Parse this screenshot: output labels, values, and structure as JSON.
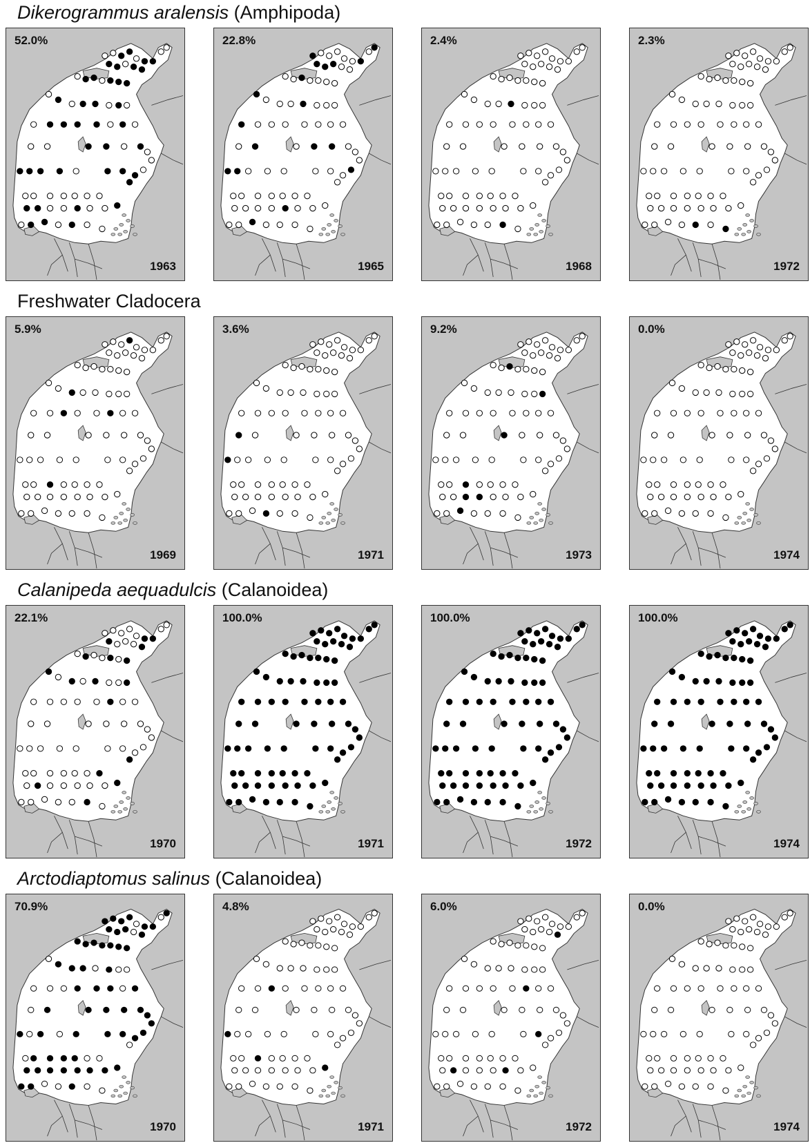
{
  "rows": [
    {
      "species": "Dikerogrammus aralensis",
      "group": "(Amphipoda)",
      "panels": [
        {
          "percent": "52.0%",
          "year": "1963",
          "filled_fraction": 0.52
        },
        {
          "percent": "22.8%",
          "year": "1965",
          "filled_fraction": 0.228
        },
        {
          "percent": "2.4%",
          "year": "1968",
          "filled_fraction": 0.024
        },
        {
          "percent": "2.3%",
          "year": "1972",
          "filled_fraction": 0.023
        }
      ]
    },
    {
      "species": "",
      "group": "Freshwater Cladocera",
      "panels": [
        {
          "percent": "5.9%",
          "year": "1969",
          "filled_fraction": 0.059
        },
        {
          "percent": "3.6%",
          "year": "1971",
          "filled_fraction": 0.036
        },
        {
          "percent": "9.2%",
          "year": "1973",
          "filled_fraction": 0.092
        },
        {
          "percent": "0.0%",
          "year": "1974",
          "filled_fraction": 0.0
        }
      ]
    },
    {
      "species": "Calanipeda aequadulcis",
      "group": "(Calanoidea)",
      "panels": [
        {
          "percent": "22.1%",
          "year": "1970",
          "filled_fraction": 0.221
        },
        {
          "percent": "100.0%",
          "year": "1971",
          "filled_fraction": 1.0
        },
        {
          "percent": "100.0%",
          "year": "1972",
          "filled_fraction": 1.0
        },
        {
          "percent": "100.0%",
          "year": "1974",
          "filled_fraction": 1.0
        }
      ]
    },
    {
      "species": "Arctodiaptomus salinus",
      "group": "(Calanoidea)",
      "panels": [
        {
          "percent": "70.9%",
          "year": "1970",
          "filled_fraction": 0.709
        },
        {
          "percent": "4.8%",
          "year": "1971",
          "filled_fraction": 0.048
        },
        {
          "percent": "6.0%",
          "year": "1972",
          "filled_fraction": 0.06
        },
        {
          "percent": "0.0%",
          "year": "1974",
          "filled_fraction": 0.0
        }
      ]
    }
  ],
  "colors": {
    "land": "#c4c4c4",
    "water": "#ffffff",
    "outline": "#333333",
    "present": "#000000",
    "absent": "#ffffff"
  },
  "icons": {
    "station-present": "filled-circle",
    "station-absent": "open-circle"
  }
}
